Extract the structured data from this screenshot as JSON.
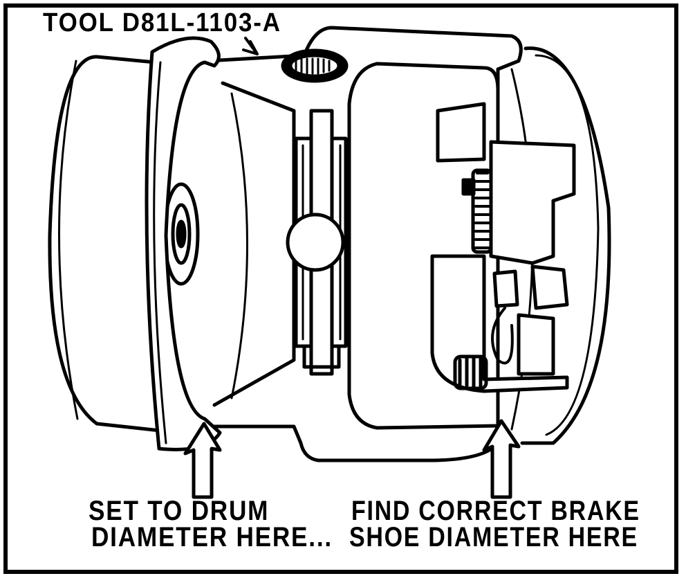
{
  "tool_label": "TOOL D81L-1103-A",
  "callouts": {
    "left": {
      "line1": "SET TO DRUM",
      "line2": "DIAMETER HERE..."
    },
    "right": {
      "line1": "FIND CORRECT BRAKE",
      "line2": "SHOE DIAMETER HERE"
    }
  },
  "colors": {
    "ink": "#000000",
    "paper": "#ffffff"
  }
}
